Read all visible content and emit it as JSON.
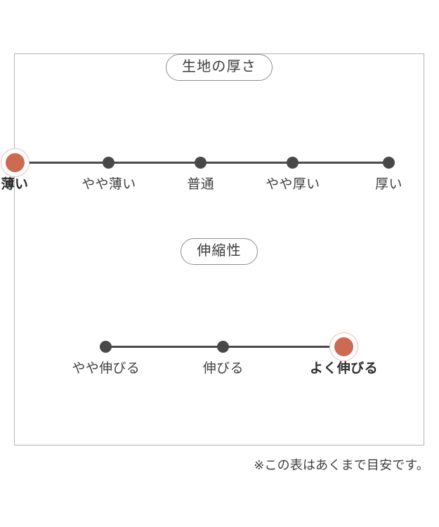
{
  "chart_data": [
    {
      "type": "scatter",
      "title": "生地の厚さ",
      "xlabel": "",
      "ylabel": "",
      "categories": [
        "薄い",
        "やや薄い",
        "普通",
        "やや厚い",
        "厚い"
      ],
      "positions_pct": [
        0.0,
        23.0,
        45.5,
        68.0,
        91.5
      ],
      "selected_index": 0,
      "values": [
        1,
        0,
        0,
        0,
        0
      ],
      "grid": false,
      "legend": "none",
      "colors": {
        "selected_dot": "#cd6a52",
        "selected_ring": "#e8bfb3",
        "dot": "#484848",
        "track": "#4a4a4a"
      }
    },
    {
      "type": "scatter",
      "title": "伸縮性",
      "xlabel": "",
      "ylabel": "",
      "categories": [
        "やや伸びる",
        "伸びる",
        "よく伸びる"
      ],
      "positions_pct": [
        22.3,
        51.0,
        80.5
      ],
      "selected_index": 2,
      "values": [
        0,
        0,
        1
      ],
      "grid": false,
      "legend": "none",
      "colors": {
        "selected_dot": "#cd6a52",
        "selected_ring": "#e8bfb3",
        "dot": "#484848",
        "track": "#4a4a4a"
      }
    }
  ],
  "sections": {
    "thickness": {
      "pill_label": "生地の厚さ",
      "ticks": [
        {
          "label": "薄い",
          "selected": true
        },
        {
          "label": "やや薄い",
          "selected": false
        },
        {
          "label": "普通",
          "selected": false
        },
        {
          "label": "やや厚い",
          "selected": false
        },
        {
          "label": "厚い",
          "selected": false
        }
      ]
    },
    "stretch": {
      "pill_label": "伸縮性",
      "ticks": [
        {
          "label": "やや伸びる",
          "selected": false
        },
        {
          "label": "伸びる",
          "selected": false
        },
        {
          "label": "よく伸びる",
          "selected": true
        }
      ]
    }
  },
  "footnote": "※この表はあくまで目安です。"
}
